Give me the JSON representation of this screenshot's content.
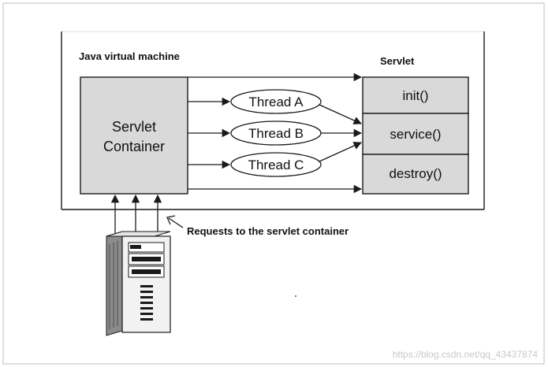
{
  "jvm": {
    "label": "Java virtual machine"
  },
  "container": {
    "line1": "Servlet",
    "line2": "Container"
  },
  "servlet": {
    "title": "Servlet",
    "methods": [
      {
        "label": "init()"
      },
      {
        "label": "service()"
      },
      {
        "label": "destroy()"
      }
    ]
  },
  "threads": [
    {
      "label": "Thread A"
    },
    {
      "label": "Thread B"
    },
    {
      "label": "Thread C"
    }
  ],
  "requests": {
    "label": "Requests to the servlet container"
  },
  "watermark": {
    "text": "https://blog.csdn.net/qq_43437874"
  },
  "colors": {
    "box_fill": "#d9d9d9",
    "line": "#1a1a1a",
    "watermark": "#c8c8c8"
  },
  "icons": {
    "server": "server-tower-icon"
  }
}
